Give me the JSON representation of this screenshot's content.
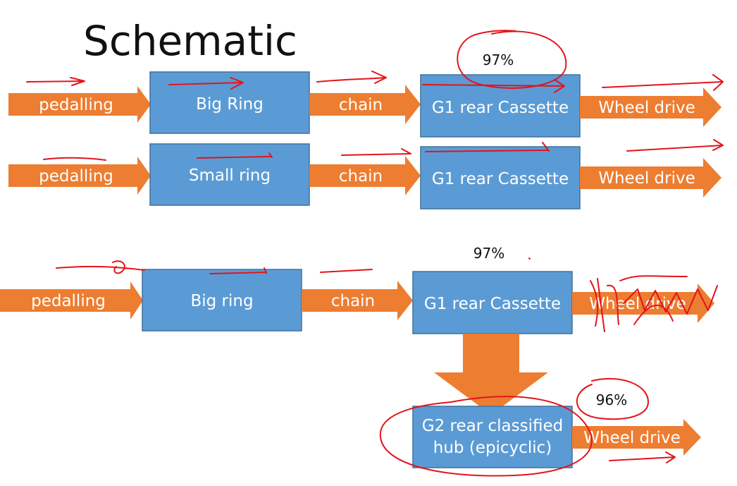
{
  "title": "Schematic",
  "rows": {
    "row1": {
      "input": "pedalling",
      "ring": "Big Ring",
      "link": "chain",
      "cassette": "G1 rear Cassette",
      "output": "Wheel drive",
      "efficiency": "97%"
    },
    "row2": {
      "input": "pedalling",
      "ring": "Small ring",
      "link": "chain",
      "cassette": "G1 rear Cassette",
      "output": "Wheel drive"
    },
    "row3": {
      "input": "pedalling",
      "ring": "Big ring",
      "link": "chain",
      "cassette": "G1 rear Cassette",
      "output": "Wheel drive",
      "efficiency": "97%"
    },
    "hub": {
      "line1": "G2 rear classified",
      "line2": "hub (epicyclic)",
      "output": "Wheel drive",
      "efficiency": "96%"
    }
  },
  "colors": {
    "box": "#5b9bd5",
    "arrow": "#ed7d31",
    "annotation": "#e3141b"
  }
}
